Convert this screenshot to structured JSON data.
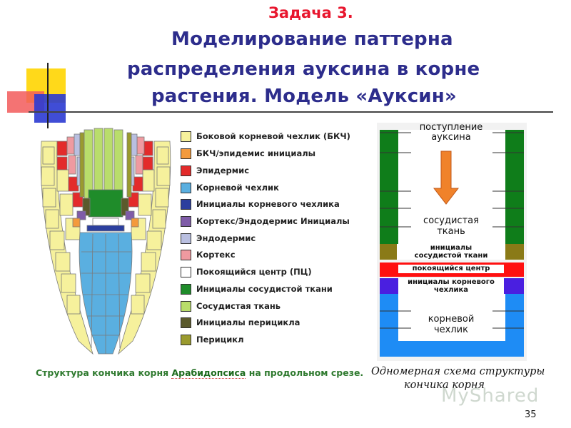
{
  "slide": {
    "task_label": "Задача 3.",
    "title_lines": [
      "Моделирование паттерна",
      "распределения ауксина в корне",
      "растения. Модель «Ауксин»"
    ],
    "page_number": "35",
    "watermark": "MyShared"
  },
  "legend": {
    "items": [
      {
        "label": "Боковой корневой чехлик (БКЧ)",
        "color": "#f6f19c"
      },
      {
        "label": "БКЧ/эпидемис инициалы",
        "color": "#f39a3c"
      },
      {
        "label": "Эпидермис",
        "color": "#e32b2b"
      },
      {
        "label": "Корневой чехлик",
        "color": "#5aafe0"
      },
      {
        "label": "Инициалы корневого чехлика",
        "color": "#2c3f9e"
      },
      {
        "label": "Кортекс/Эндодермис Инициалы",
        "color": "#7f5ca8"
      },
      {
        "label": "Эндодермис",
        "color": "#b9bfe0"
      },
      {
        "label": "Кортекс",
        "color": "#ef9aa0"
      },
      {
        "label": "Покоящийся центр (ПЦ)",
        "color": "#ffffff"
      },
      {
        "label": "Инициалы сосудистой ткани",
        "color": "#1f8c2a"
      },
      {
        "label": "Сосудистая ткань",
        "color": "#b9dd6b"
      },
      {
        "label": "Инициалы перицикла",
        "color": "#5b5a2c"
      },
      {
        "label": "Перицикл",
        "color": "#9a9a2e"
      }
    ]
  },
  "caption": {
    "before": "Структура кончика корня ",
    "highlight": "Арабидопсиса",
    "after": " на продольном срезе."
  },
  "schema": {
    "auxin_inflow": [
      "поступление",
      "ауксина"
    ],
    "vascular": [
      "сосудистая",
      "ткань"
    ],
    "vascular_initials": [
      "инициалы",
      "сосудистой ткани"
    ],
    "quiescent_center": "покоящийся центр",
    "cap_initials": [
      "инициалы корневого",
      "чехлика"
    ],
    "root_cap": [
      "корневой",
      "чехлик"
    ],
    "caption_lines": [
      "Одномерная схема структуры",
      "кончика корня"
    ],
    "colors": {
      "green": "#0f7d1a",
      "olive": "#8a7a17",
      "red": "#ff1010",
      "blue_violet": "#4a1fe0",
      "blue": "#1e8cf5",
      "arrow": "#f0822a"
    }
  }
}
